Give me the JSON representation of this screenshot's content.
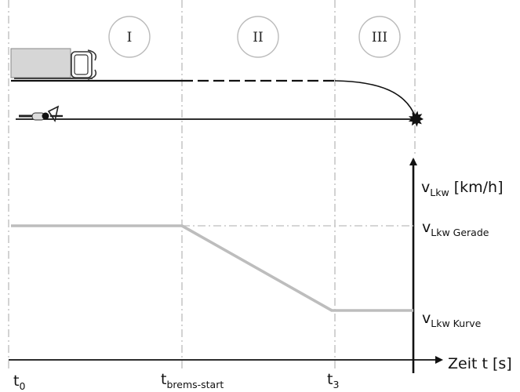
{
  "phases": [
    {
      "label": "I"
    },
    {
      "label": "II"
    },
    {
      "label": "III"
    }
  ],
  "time_marks": {
    "t0": {
      "main": "t",
      "sub": "0"
    },
    "t_brems": {
      "main": "t",
      "sub": "brems-start"
    },
    "t3": {
      "main": "t",
      "sub": "3"
    }
  },
  "axis": {
    "y_label_main": "v",
    "y_label_sub": "Lkw",
    "y_label_unit": " [km/h]",
    "x_label": "Zeit t [s]"
  },
  "levels": {
    "gerade": {
      "main": "v",
      "sub": "Lkw Gerade"
    },
    "kurve": {
      "main": "v",
      "sub": "Lkw Kurve"
    }
  },
  "colors": {
    "line": "#111111",
    "grid": "#c8c8c8",
    "velocity": "#bdbdbd",
    "truck_fill": "#d6d6d6",
    "phase_circle": "#bbbbbb"
  },
  "icons": [
    "truck-icon",
    "bicycle-icon",
    "collision-star-icon"
  ]
}
